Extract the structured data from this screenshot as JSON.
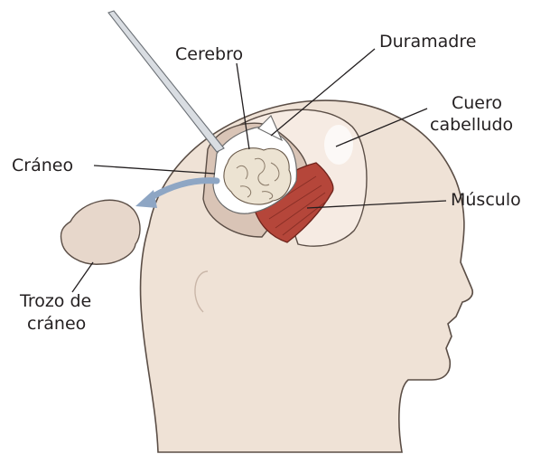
{
  "labels": {
    "cerebro": "Cerebro",
    "duramadre": "Duramadre",
    "cuero_line1": "Cuero",
    "cuero_line2": "cabelludo",
    "craneo": "Cráneo",
    "musculo": "Músculo",
    "trozo_line1": "Trozo de",
    "trozo_line2": "cráneo"
  },
  "colors": {
    "skin": "#efe2d6",
    "skin_outline": "#5b4e46",
    "scalp_inner": "#f5e9e1",
    "muscle": "#b5463a",
    "brain": "#ece3d2",
    "bone": "#e7d7cb",
    "arrow": "#8ea6c4"
  }
}
